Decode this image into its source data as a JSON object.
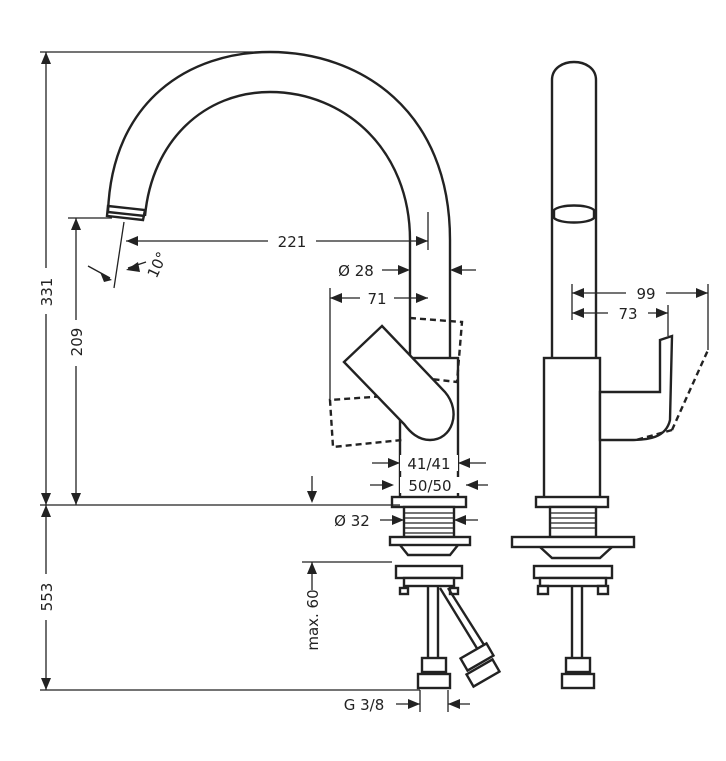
{
  "dimensions": {
    "overall_height": "331",
    "spout_height": "209",
    "below_deck": "553",
    "reach": "221",
    "angle": "10°",
    "spout_diameter": "Ø 28",
    "lever_offset": "71",
    "body_width_1": "41/41",
    "body_width_2": "50/50",
    "base_diameter": "Ø 32",
    "max_deck_thickness": "max. 60",
    "thread": "G 3/8",
    "side_depth_1": "99",
    "side_depth_2": "73"
  }
}
